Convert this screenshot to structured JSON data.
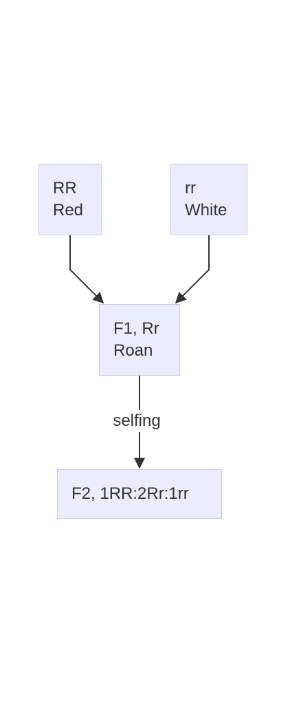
{
  "nodes": {
    "parent_red": {
      "line1": "RR",
      "line2": "Red"
    },
    "parent_white": {
      "line1": "rr",
      "line2": "White"
    },
    "f1": {
      "line1": "F1, Rr",
      "line2": "Roan"
    },
    "f2": {
      "label": "F2, 1RR:2Rr:1rr"
    }
  },
  "edges": {
    "f1_to_f2_label": "selfing"
  },
  "colors": {
    "node_fill": "#ECECFF",
    "node_border": "#C9C9F0",
    "edge": "#333333",
    "text": "#333333"
  }
}
